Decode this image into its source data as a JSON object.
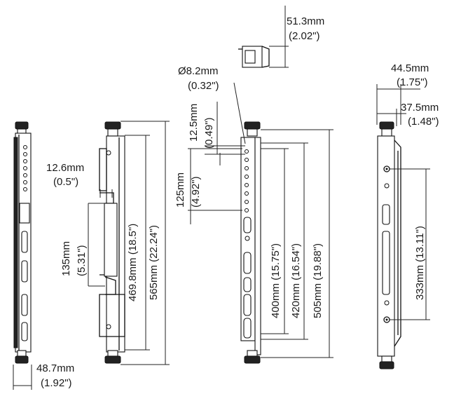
{
  "dimensions": {
    "side_depth": {
      "mm": "48.7mm",
      "in": "(1.92\")"
    },
    "top_depth": {
      "mm": "51.3mm",
      "in": "(2.02\")"
    },
    "hole_diameter": {
      "mm": "Ø8.2mm",
      "in": "(0.32\")"
    },
    "slot_width": {
      "mm": "12.6mm",
      "in": "(0.5\")"
    },
    "slot_length": {
      "text": "135mm",
      "in": "(5.31\")"
    },
    "rail_a": {
      "text": "469.8mm (18.5\")"
    },
    "total_a": {
      "text": "565mm (22.24\")"
    },
    "hole_spacing": {
      "text": "12.5mm",
      "in": "(0.49\")"
    },
    "hole_range": {
      "text": "125mm",
      "in": "(4.92\")"
    },
    "span_400": {
      "text": "400mm (15.75\")"
    },
    "span_420": {
      "text": "420mm (16.54\")"
    },
    "span_505": {
      "text": "505mm (19.88\")"
    },
    "width_rear": {
      "mm": "44.5mm",
      "in": "(1.75\")"
    },
    "width_inner": {
      "mm": "37.5mm",
      "in": "(1.48\")"
    },
    "span_333": {
      "text": "333mm (13.11\")"
    }
  }
}
